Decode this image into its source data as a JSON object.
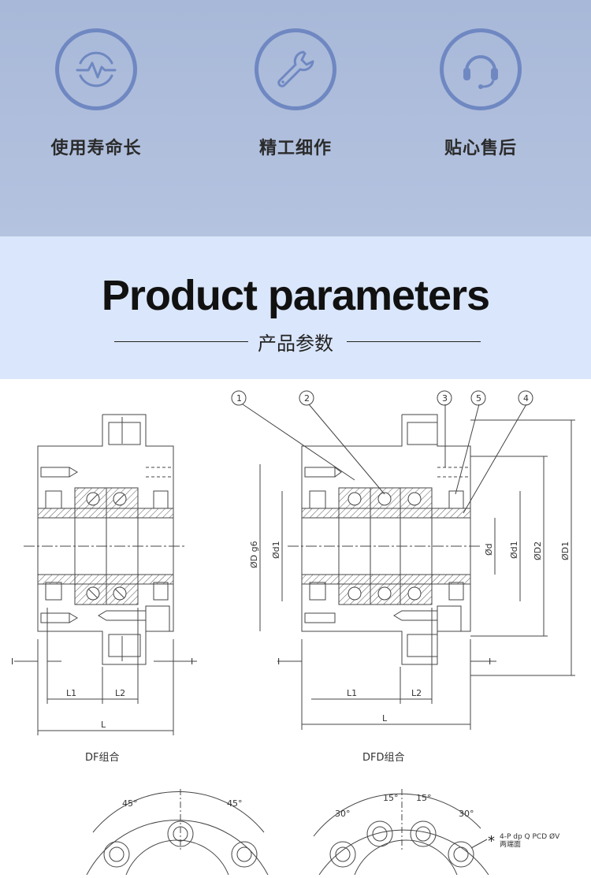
{
  "features": [
    {
      "label": "使用寿命长",
      "icon": "heartbeat-icon"
    },
    {
      "label": "精工细作",
      "icon": "wrench-icon"
    },
    {
      "label": "贴心售后",
      "icon": "headset-icon"
    }
  ],
  "section": {
    "title": "Product parameters",
    "subtitle": "产品参数"
  },
  "drawing": {
    "callouts": [
      "1",
      "2",
      "3",
      "5",
      "4"
    ],
    "df_caption": "DF组合",
    "dfd_caption": "DFD组合",
    "dimensions": {
      "L": "L",
      "L1": "L1",
      "L2": "L2",
      "I": "I",
      "D": "ØD g6",
      "d1": "Ød1",
      "d": "Ød",
      "D2": "ØD2",
      "D1": "ØD1"
    },
    "angles_left": [
      "45°",
      "45°"
    ],
    "angles_right": [
      "30°",
      "15°",
      "15°",
      "30°"
    ],
    "note_line1": "4-P dp Q PCD ØV",
    "note_line2": "两端面",
    "note_mark": "*"
  },
  "colors": {
    "accent": "#6f88c2",
    "top_bg": "#a8b8d8",
    "band_bg": "#dae6fb"
  }
}
